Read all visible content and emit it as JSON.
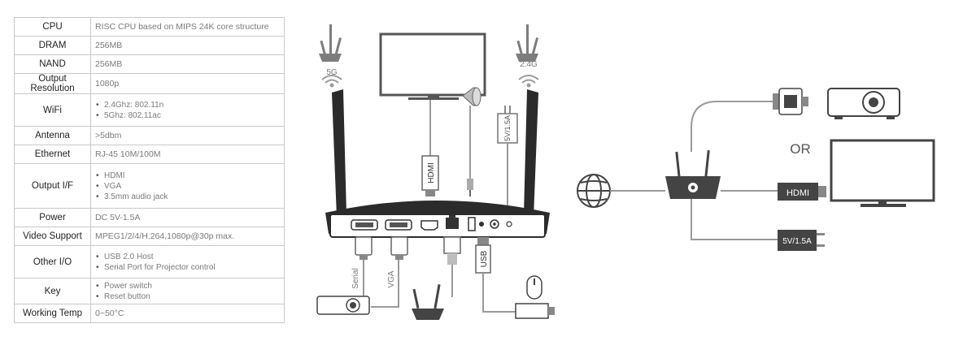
{
  "specs": [
    {
      "label": "CPU",
      "value": "RISC CPU based on MIPS 24K core structure"
    },
    {
      "label": "DRAM",
      "value": "256MB"
    },
    {
      "label": "NAND",
      "value": "256MB"
    },
    {
      "label": "Output Resolution",
      "value": "1080p"
    },
    {
      "label": "WiFi",
      "items": [
        "2.4Ghz: 802.11n",
        "5Ghz: 802.11ac"
      ]
    },
    {
      "label": "Antenna",
      "value": ">5dbm"
    },
    {
      "label": "Ethernet",
      "value": "RJ-45 10M/100M"
    },
    {
      "label": "Output I/F",
      "items": [
        "HDMI",
        "VGA",
        "3.5mm audio jack"
      ]
    },
    {
      "label": "Power",
      "value": "DC 5V-1.5A"
    },
    {
      "label": "Video Support",
      "value": "MPEG1/2/4/H.264,1080p@30p max."
    },
    {
      "label": "Other I/O",
      "items": [
        "USB 2.0 Host",
        "Serial Port for Projector control"
      ]
    },
    {
      "label": "Key",
      "items": [
        "Power switch",
        "Reset button"
      ]
    },
    {
      "label": "Working Temp",
      "value": "0~50°C"
    }
  ],
  "left_diagram": {
    "antenna_5g": "5G",
    "antenna_24g": "2.4G",
    "hdmi_plug": "HDMI",
    "power_adapter": "5V/1.5A",
    "serial_cable": "Serial",
    "vga_cable": "VGA",
    "usb_cable": "USB"
  },
  "right_diagram": {
    "or_text": "OR",
    "hdmi_plug": "HDMI",
    "power_adapter": "5V/1.5A"
  },
  "colors": {
    "device_dark": "#2b2b2b",
    "line_gray": "#9a9a9a",
    "light_gray": "#cfcfcf"
  }
}
